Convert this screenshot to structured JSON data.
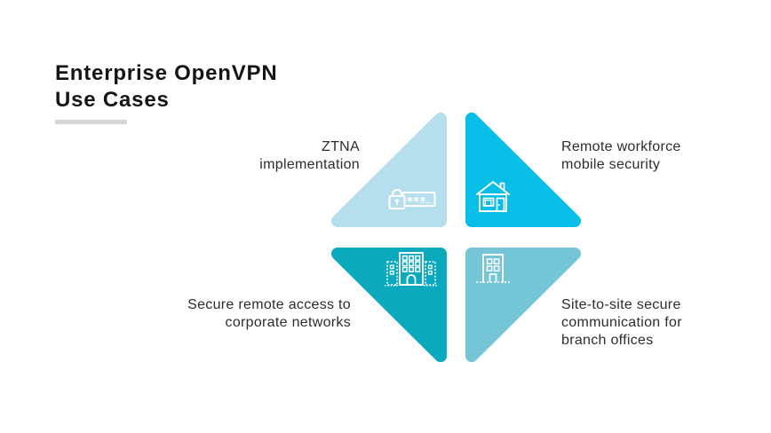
{
  "title": "Enterprise OpenVPN\nUse Cases",
  "quadrants": [
    {
      "id": "ztna",
      "label": "ZTNA\nimplementation",
      "icon": "lock-password-icon",
      "color": "#b6dfee"
    },
    {
      "id": "remote-workforce",
      "label": "Remote workforce\nmobile security",
      "icon": "house-icon",
      "color": "#06bee6"
    },
    {
      "id": "secure-remote-access",
      "label": "Secure remote access to\ncorporate networks",
      "icon": "corporate-buildings-icon",
      "color": "#0ba9bd"
    },
    {
      "id": "site-to-site",
      "label": "Site-to-site secure\ncommunication for\nbranch offices",
      "icon": "branch-office-icon",
      "color": "#74c6d7"
    }
  ],
  "password_mask": "***",
  "colors": {
    "background": "#ffffff",
    "title_text": "#151515",
    "label_text": "#2d2d2d",
    "title_underline": "#d6d6d6",
    "icon_stroke": "#ffffff",
    "quadrant_top_left": "#b6dfee",
    "quadrant_top_right": "#06bee6",
    "quadrant_bottom_left": "#0ba9bd",
    "quadrant_bottom_right": "#74c6d7"
  }
}
